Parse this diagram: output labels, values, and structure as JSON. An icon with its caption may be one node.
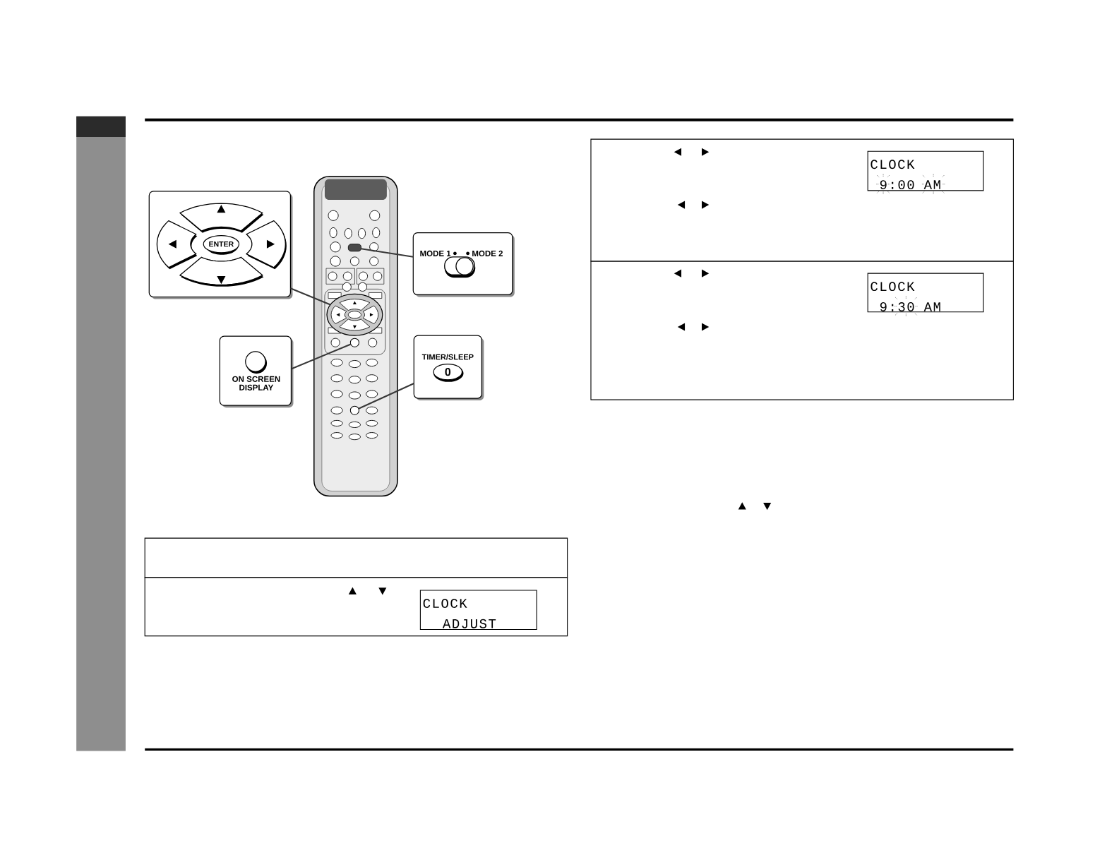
{
  "diagram": {
    "nodes": [
      {
        "text": [
          "ENTER"
        ]
      },
      {
        "text": [],
        "shape": "picture"
      },
      {
        "text": [],
        "shape": "circle",
        "in": 1
      },
      {
        "text": [],
        "shape": "switch",
        "in": 1
      },
      {
        "text": [],
        "shape": "circle",
        "in": 1
      },
      {
        "text": [],
        "shape": "circle",
        "in": 1
      },
      {
        "text": [
          "MODE 1",
          "MODE 2"
        ]
      },
      {
        "text": [
          "ON SCREEN DISPLAY"
        ]
      },
      {
        "text": [
          "TIMER/SLEEP",
          "0"
        ]
      },
      {
        "text": [],
        "shape": "box"
      },
      {
        "text": [],
        "shape": "box"
      },
      {
        "text": [
          "CLOCK",
          "ADJUST"
        ],
        "in": 10
      },
      {
        "text": [],
        "shape": "box"
      },
      {
        "text": [
          "CLOCK",
          "9:00 AM"
        ],
        "in": 12
      },
      {
        "text": [],
        "shape": "box"
      },
      {
        "text": [
          "CLOCK",
          "9:30 AM"
        ],
        "in": 14
      }
    ],
    "edges": [
      {
        "from": 0,
        "to": 2,
        "arrow": "none"
      },
      {
        "from": 6,
        "to": 3,
        "arrow": "none"
      },
      {
        "from": 7,
        "to": 4,
        "arrow": "none"
      },
      {
        "from": 8,
        "to": 5,
        "arrow": "none"
      }
    ]
  }
}
